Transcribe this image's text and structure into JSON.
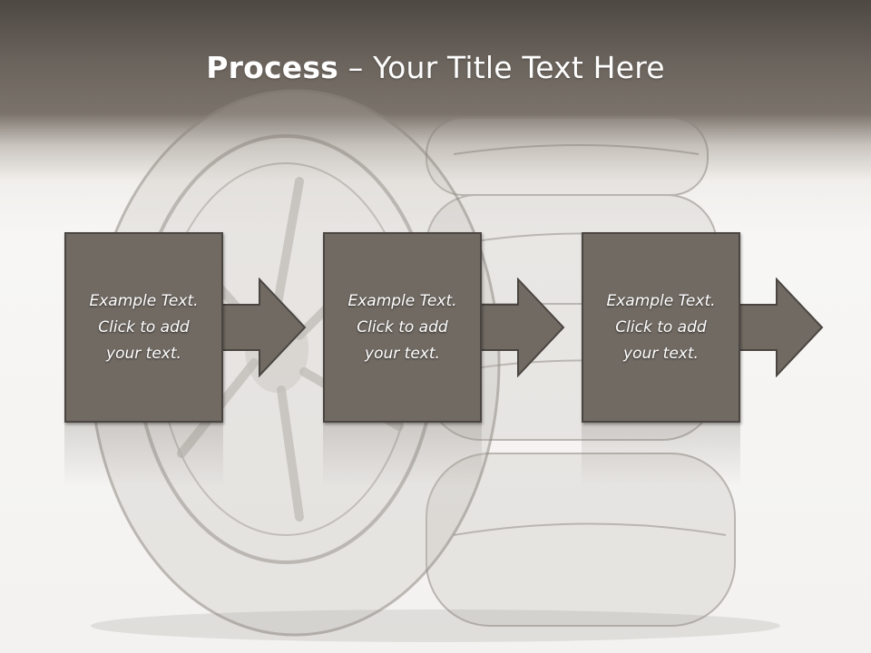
{
  "slide": {
    "title_bold": "Process",
    "title_rest": " – Your Title Text Here"
  },
  "steps": [
    {
      "text": "Example Text.\nClick  to add\nyour text."
    },
    {
      "text": "Example Text.\nClick  to add\nyour text."
    },
    {
      "text": "Example Text.\nClick  to add\nyour text."
    }
  ],
  "colors": {
    "box_fill": "#716a63",
    "box_border": "#4a4540",
    "header_dark": "#4e4843",
    "text": "#ffffff"
  },
  "background_image": "tire-stack"
}
